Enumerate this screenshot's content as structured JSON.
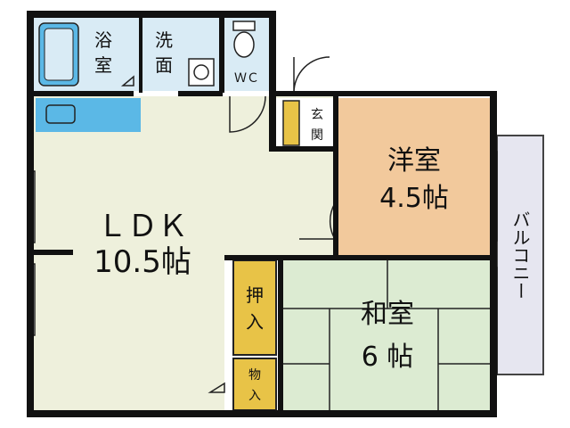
{
  "rooms": {
    "ldk": {
      "name": "ＬＤＫ",
      "size": "10.5帖",
      "color": "#eef0dc"
    },
    "western": {
      "name": "洋室",
      "size": "4.5帖",
      "color": "#f2c99c"
    },
    "japanese": {
      "name": "和室",
      "size": "6 帖",
      "color": "#dcebd2"
    },
    "bath": {
      "name_top": "浴",
      "name_bottom": "室",
      "color": "#d9ebf5"
    },
    "washroom": {
      "name_top": "洗",
      "name_bottom": "面",
      "color": "#d9ebf5"
    },
    "wc": {
      "name": "ＷＣ",
      "color": "#d9ebf5"
    },
    "entrance": {
      "name_top": "玄",
      "name_bottom": "関",
      "color": "#ffffff"
    },
    "oshiire": {
      "name_top": "押",
      "name_bottom": "入",
      "color": "#e8c347"
    },
    "monoire": {
      "name_top": "物",
      "name_bottom": "入",
      "color": "#e8c347"
    },
    "balcony": {
      "name": "バルコニー",
      "color": "#e6e6f0"
    }
  },
  "colors": {
    "wall": "#111111",
    "kitchen_counter": "#5bb8e6",
    "shoe_closet": "#e8c347"
  }
}
